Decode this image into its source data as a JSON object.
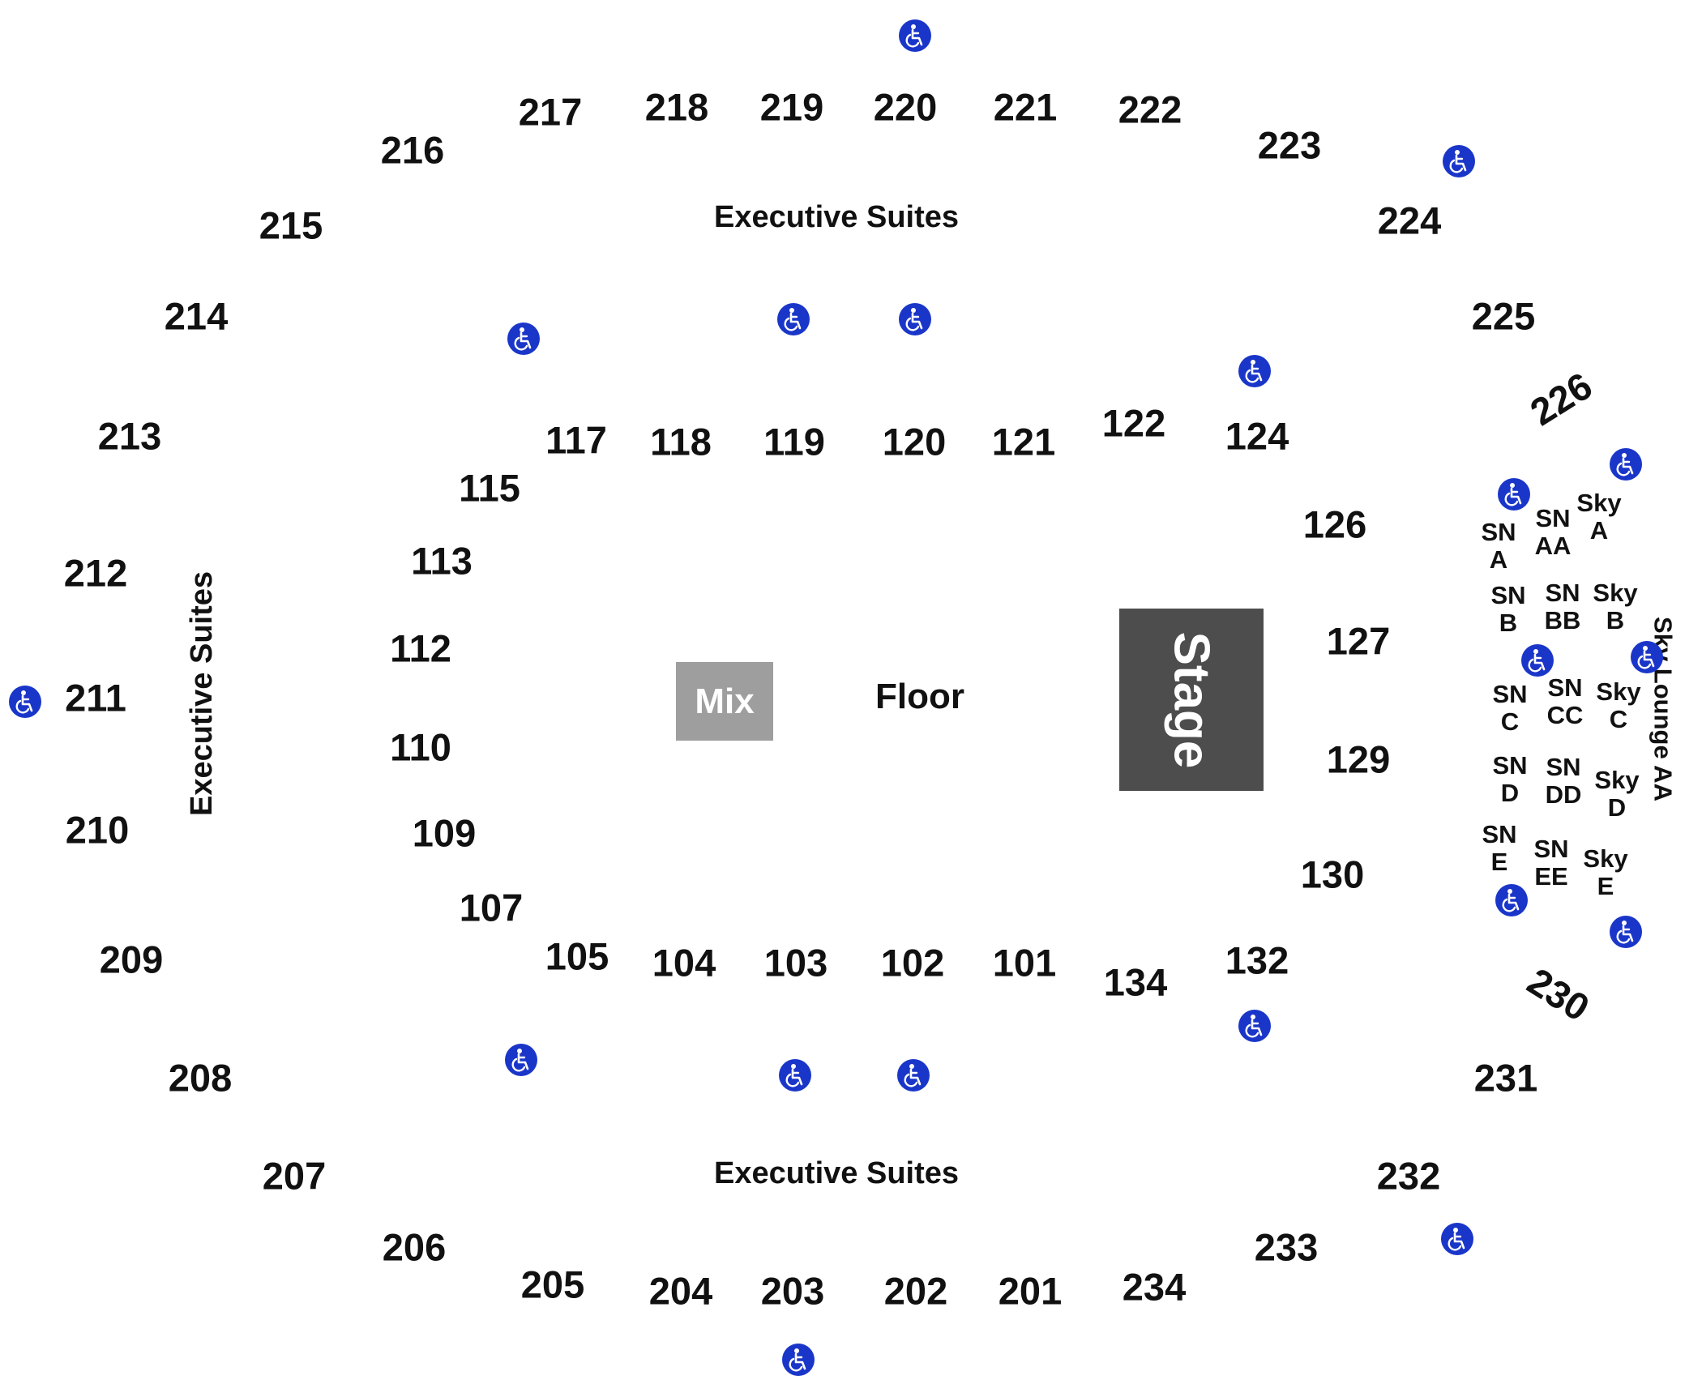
{
  "accent_color": "#1a36c9",
  "stage_color": "#4d4d4d",
  "mix_color": "#9e9e9e",
  "icon": "wheelchair-accessible-icon",
  "labels": {
    "executive_suites_top": "Executive Suites",
    "executive_suites_bottom": "Executive Suites",
    "executive_suites_left": "Executive Suites",
    "floor": "Floor",
    "stage": "Stage",
    "mix": "Mix",
    "sky_lounge": "Sky Lounge AA"
  },
  "sections": {
    "upper": [
      "201",
      "202",
      "203",
      "204",
      "205",
      "206",
      "207",
      "208",
      "209",
      "210",
      "211",
      "212",
      "213",
      "214",
      "215",
      "216",
      "217",
      "218",
      "219",
      "220",
      "221",
      "222",
      "223",
      "224",
      "225",
      "226",
      "230",
      "231",
      "232",
      "233",
      "234"
    ],
    "lower": [
      "101",
      "102",
      "103",
      "104",
      "105",
      "107",
      "109",
      "110",
      "112",
      "113",
      "115",
      "117",
      "118",
      "119",
      "120",
      "121",
      "122",
      "124",
      "126",
      "127",
      "129",
      "130",
      "132",
      "134"
    ]
  },
  "boxes": [
    {
      "line1": "SN",
      "line2": "A"
    },
    {
      "line1": "SN",
      "line2": "AA"
    },
    {
      "line1": "Sky",
      "line2": "A"
    },
    {
      "line1": "SN",
      "line2": "B"
    },
    {
      "line1": "SN",
      "line2": "BB"
    },
    {
      "line1": "Sky",
      "line2": "B"
    },
    {
      "line1": "SN",
      "line2": "C"
    },
    {
      "line1": "SN",
      "line2": "CC"
    },
    {
      "line1": "Sky",
      "line2": "C"
    },
    {
      "line1": "SN",
      "line2": "D"
    },
    {
      "line1": "SN",
      "line2": "DD"
    },
    {
      "line1": "Sky",
      "line2": "D"
    },
    {
      "line1": "SN",
      "line2": "E"
    },
    {
      "line1": "SN",
      "line2": "EE"
    },
    {
      "line1": "Sky",
      "line2": "E"
    }
  ]
}
